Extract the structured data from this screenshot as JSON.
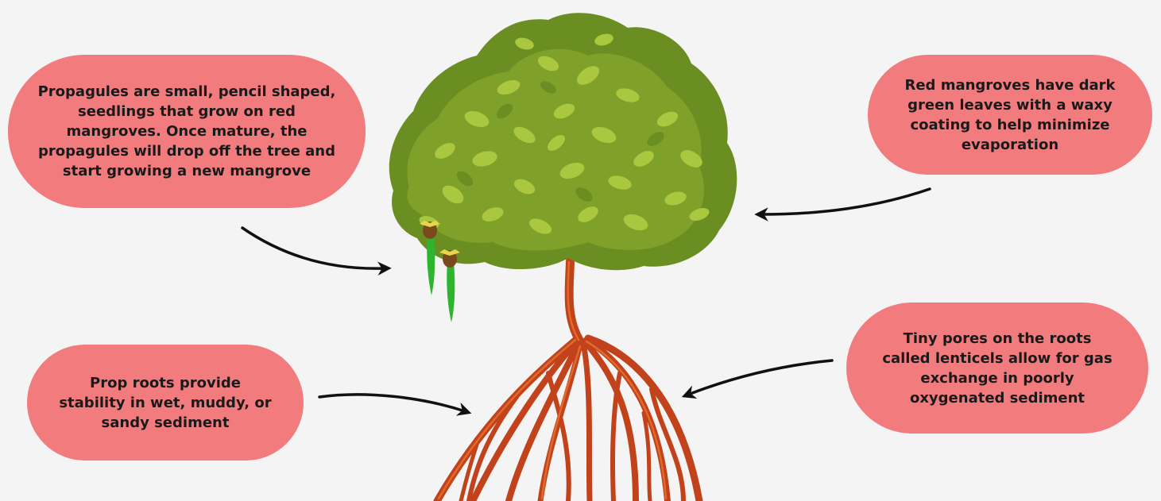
{
  "callouts": {
    "propagules": "Propagules are small, pencil shaped, seedlings that grow on red mangroves. Once mature, the propagules will drop off the tree and start growing a new mangrove",
    "leaves": "Red mangroves have dark green leaves with a waxy coating to help minimize evaporation",
    "prop_roots": "Prop roots provide stability in wet, muddy, or sandy sediment",
    "lenticels": "Tiny pores on the roots called lenticels allow for gas exchange in poorly oxygenated sediment"
  },
  "colors": {
    "background": "#f4f4f4",
    "callout_fill": "#f27b7d",
    "callout_text": "#1a1a1a",
    "canopy_dark": "#6b8e23",
    "canopy_mid": "#7fa12a",
    "leaf_light": "#a9c840",
    "trunk": "#c2421c",
    "trunk_highlight": "#e8742e",
    "propagule": "#2db52d",
    "arrow": "#111111"
  },
  "icons": [
    "mangrove-tree-illustration",
    "propagule-icon",
    "arrow-icon"
  ]
}
